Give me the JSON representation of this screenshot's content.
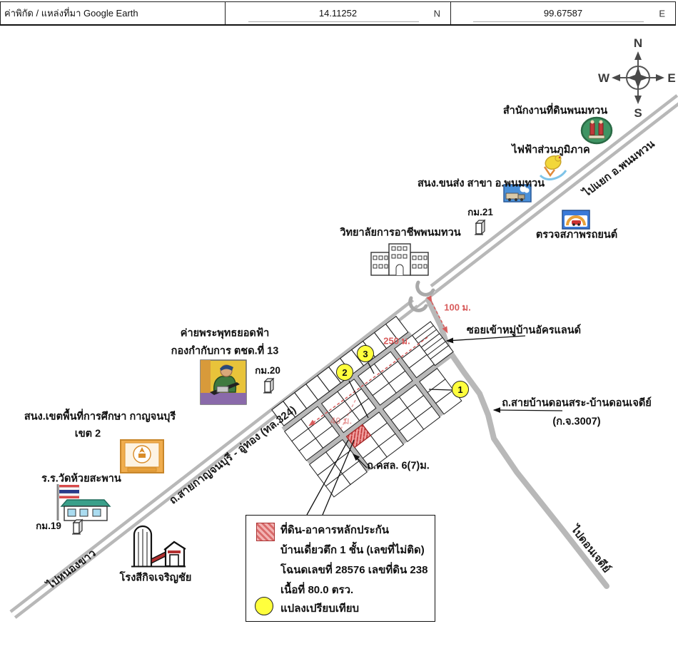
{
  "header": {
    "label": "ค่าพิกัด / แหล่งที่มา Google Earth",
    "latitude": "14.11252",
    "latitude_dir": "N",
    "longitude": "99.67587",
    "longitude_dir": "E"
  },
  "compass": {
    "n": "N",
    "e": "E",
    "s": "S",
    "w": "W"
  },
  "map": {
    "landmarks": {
      "land_office": "สำนักงานที่ดินพนมทวน",
      "electricity": "ไฟฟ้าส่วนภูมิภาค",
      "transport_office": "สนง.ขนส่ง สาขา อ.พนมทวน",
      "km21": "กม.21",
      "vehicle_inspection": "ตรวจสภาพรถยนต์",
      "college": "วิทยาลัยการอาชีพพนมทวน",
      "camp_line1": "ค่ายพระพุทธยอดฟ้า",
      "camp_line2": "กองกำกับการ ตชด.ที่ 13",
      "km20": "กม.20",
      "education_office_line1": "สนง.เขตพื้นที่การศึกษา กาญจนบุรี",
      "education_office_line2": "เขต 2",
      "school": "ร.ร.วัดห้วยสะพาน",
      "km19": "กม.19",
      "rice_mill": "โรงสีกิจเจริญชัย"
    },
    "roads": {
      "main_road": "ถ.สายกาญจนบุรี - อู่ทอง (ทล.324)",
      "to_junction": "ไปแยก อ.พนมทวน",
      "to_nong_khao": "ไปหนองขาว",
      "to_don_chedi": "ไปดอนเจดีย์",
      "soi": "ซอยเข้าหมู่บ้านอัครแลนด์",
      "don_sra_road_line1": "ถ.สายบ้านดอนสระ-บ้านดอนเจดีย์",
      "don_sra_road_line2": "(ก.จ.3007)",
      "concrete_road": "ถ.คสล. 6(7)ม."
    },
    "distances": {
      "d100": "100 ม.",
      "d250": "250 ม.",
      "d40": "40 ม."
    },
    "markers": {
      "m1": "1",
      "m2": "2",
      "m3": "3"
    }
  },
  "legend": {
    "subject_label": "ที่ดิน-อาคารหลักประกัน",
    "subject_desc1": "บ้านเดี่ยวตึก 1 ชั้น (เลขที่ไม่ติด)",
    "subject_desc2": "โฉนดเลขที่ 28576 เลขที่ดิน 238",
    "subject_desc3": "เนื้อที่ 80.0 ตรว.",
    "comparison_label": "แปลงเปรียบเทียบ"
  },
  "colors": {
    "road_gray": "#b8b8b8",
    "measure_red": "#d85c5c",
    "marker_yellow": "#ffff3d",
    "subject_hatch_red": "#c03030"
  }
}
